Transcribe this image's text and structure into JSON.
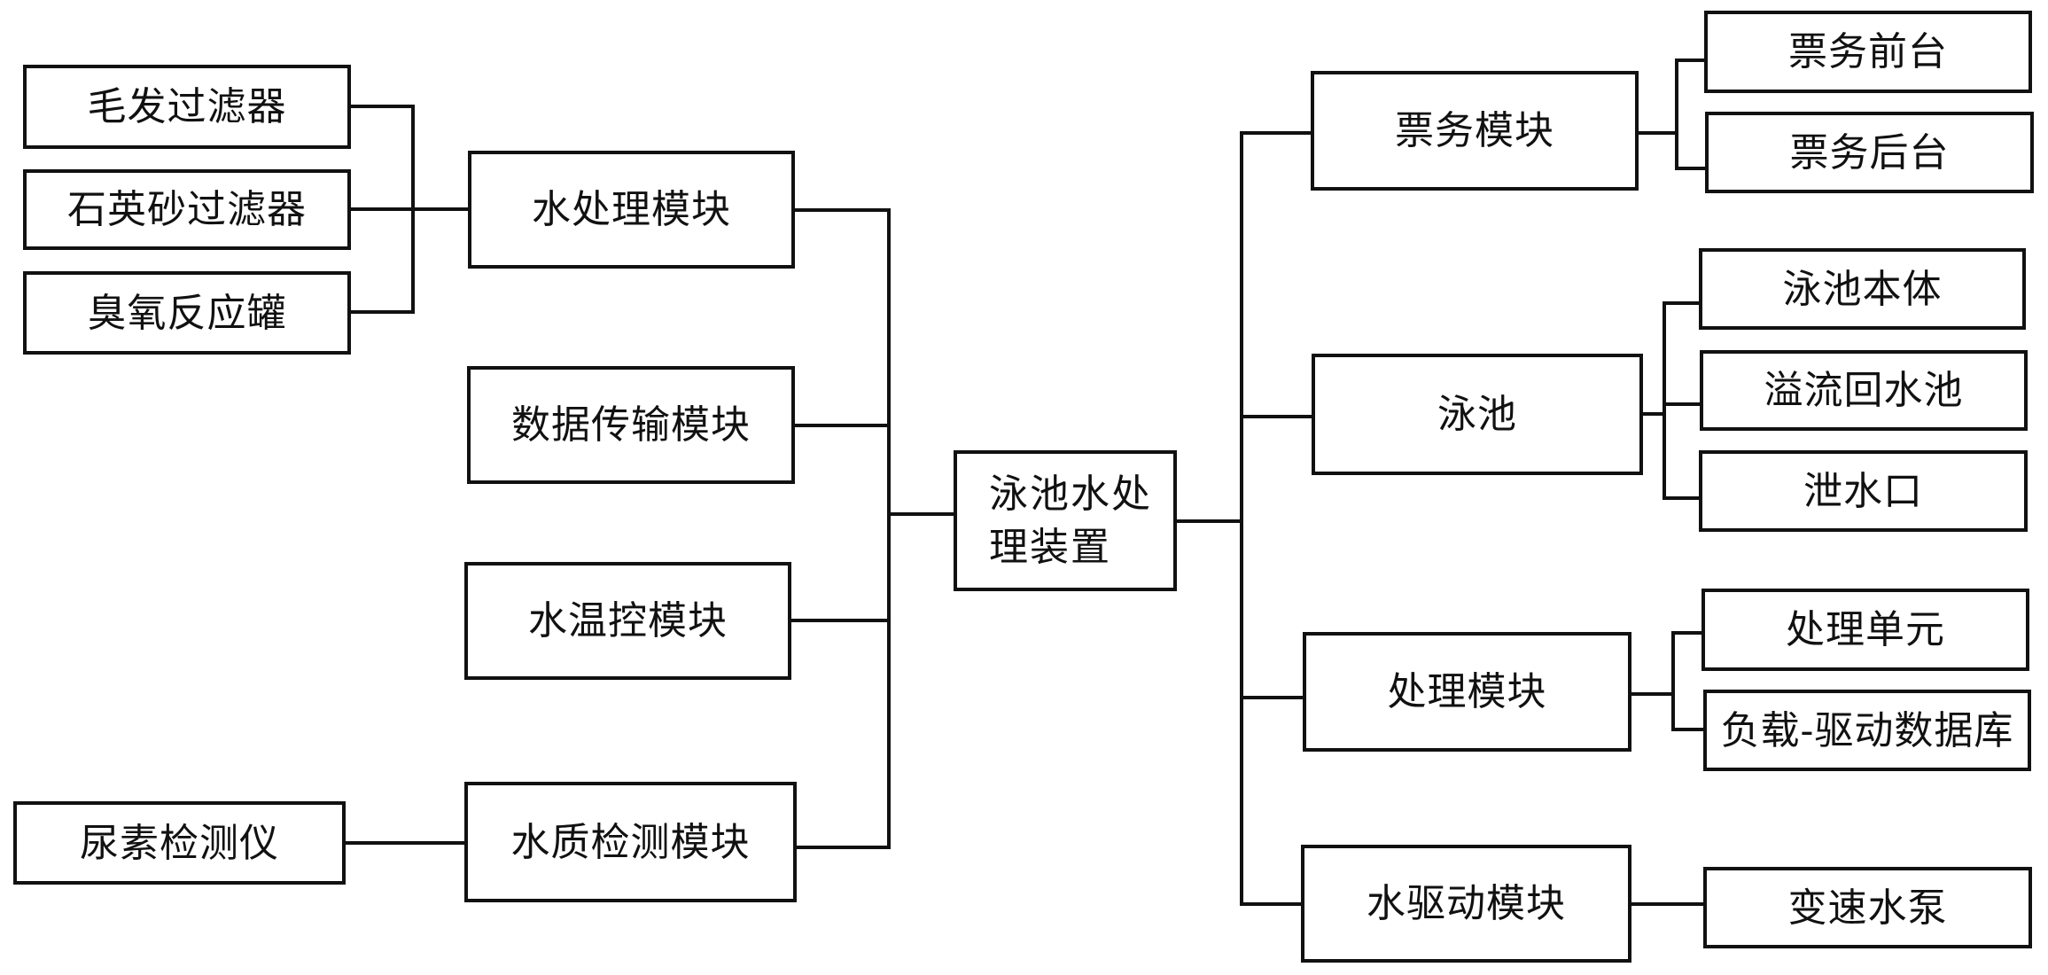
{
  "diagram": {
    "kind": "block-diagram",
    "colors": {
      "background": "#ffffff",
      "line": "#111111",
      "text": "#111111",
      "box_fill": "#ffffff"
    },
    "nodes": {
      "hair_filter": {
        "label": "毛发过滤器"
      },
      "quartz_sand_filter": {
        "label": "石英砂过滤器"
      },
      "ozone_reaction_tank": {
        "label": "臭氧反应罐"
      },
      "water_treatment_module": {
        "label": "水处理模块"
      },
      "data_transmission_module": {
        "label": "数据传输模块"
      },
      "water_temp_control_module": {
        "label": "水温控模块"
      },
      "urea_detector": {
        "label": "尿素检测仪"
      },
      "water_quality_detection_module": {
        "label": "水质检测模块"
      },
      "center": {
        "label_lines": [
          "泳池水处",
          "理装置"
        ]
      },
      "ticketing_module": {
        "label": "票务模块"
      },
      "ticketing_front_desk": {
        "label": "票务前台"
      },
      "ticketing_back_office": {
        "label": "票务后台"
      },
      "swimming_pool": {
        "label": "泳池"
      },
      "pool_body": {
        "label": "泳池本体"
      },
      "overflow_return_pool": {
        "label": "溢流回水池"
      },
      "drain_outlet": {
        "label": "泄水口"
      },
      "processing_module": {
        "label": "处理模块"
      },
      "processing_unit": {
        "label": "处理单元"
      },
      "load_drive_database": {
        "label": "负载-驱动数据库"
      },
      "water_drive_module": {
        "label": "水驱动模块"
      },
      "variable_speed_pump": {
        "label": "变速水泵"
      }
    }
  }
}
